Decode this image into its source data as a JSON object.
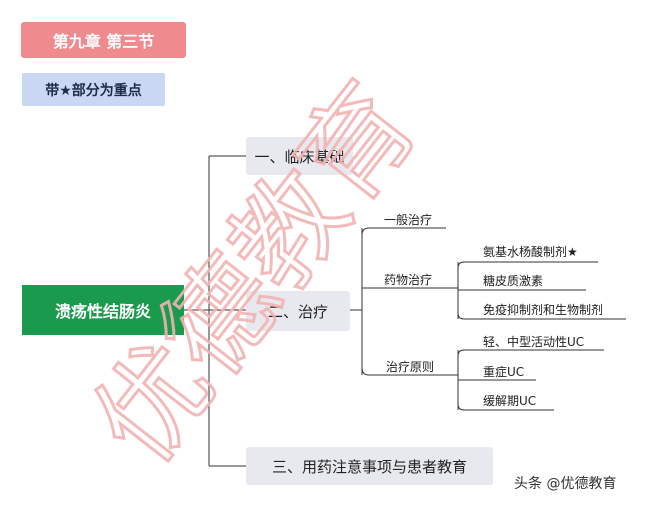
{
  "header": {
    "chapter_label": "第九章  第三节",
    "keynote_label": "带★部分为重点"
  },
  "mindmap": {
    "root": "溃疡性结肠炎",
    "branches": [
      {
        "label": "一、临床基础"
      },
      {
        "label": "二、治疗",
        "children": [
          {
            "label": "一般治疗"
          },
          {
            "label": "药物治疗",
            "children": [
              "氨基水杨酸制剂★",
              "糖皮质激素",
              "免疫抑制剂和生物制剂"
            ]
          },
          {
            "label": "治疗原则",
            "children": [
              "轻、中型活动性UC",
              "重症UC",
              "缓解期UC"
            ]
          }
        ]
      },
      {
        "label": "三、用药注意事项与患者教育"
      }
    ]
  },
  "watermark": "优德教育",
  "footer": {
    "prefix": "头条",
    "handle": "@优德教育"
  },
  "colors": {
    "chapter_bg": "#ef8a8f",
    "keynote_bg": "#c9d7f2",
    "root_bg": "#1a9a4d",
    "branch_bg": "#e8e9ef",
    "line": "#333333",
    "watermark": "#f2b3b3"
  }
}
